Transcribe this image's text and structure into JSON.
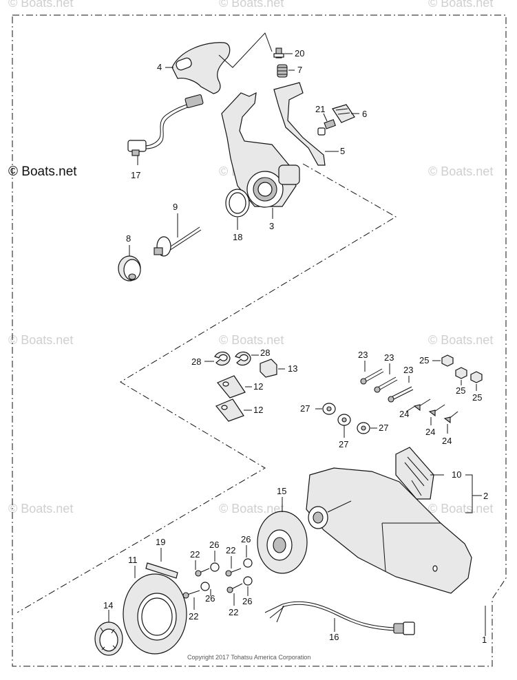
{
  "watermark": {
    "main": "© Boats.net",
    "ghost": "© Boats.net"
  },
  "copyright": "Copyright 2017 Tohatsu America Corporation",
  "callouts": {
    "c1": "1",
    "c2": "2",
    "c3": "3",
    "c4": "4",
    "c5": "5",
    "c6": "6",
    "c7": "7",
    "c8": "8",
    "c9": "9",
    "c10": "10",
    "c11": "11",
    "c12a": "12",
    "c12b": "12",
    "c13": "13",
    "c14": "14",
    "c15": "15",
    "c16": "16",
    "c17": "17",
    "c18": "18",
    "c19": "19",
    "c20": "20",
    "c21": "21",
    "c22a": "22",
    "c22b": "22",
    "c22c": "22",
    "c22d": "22",
    "c23a": "23",
    "c23b": "23",
    "c23c": "23",
    "c24a": "24",
    "c24b": "24",
    "c24c": "24",
    "c25a": "25",
    "c25b": "25",
    "c25c": "25",
    "c26a": "26",
    "c26b": "26",
    "c26c": "26",
    "c26d": "26",
    "c27a": "27",
    "c27b": "27",
    "c27c": "27",
    "c28a": "28",
    "c28b": "28"
  }
}
